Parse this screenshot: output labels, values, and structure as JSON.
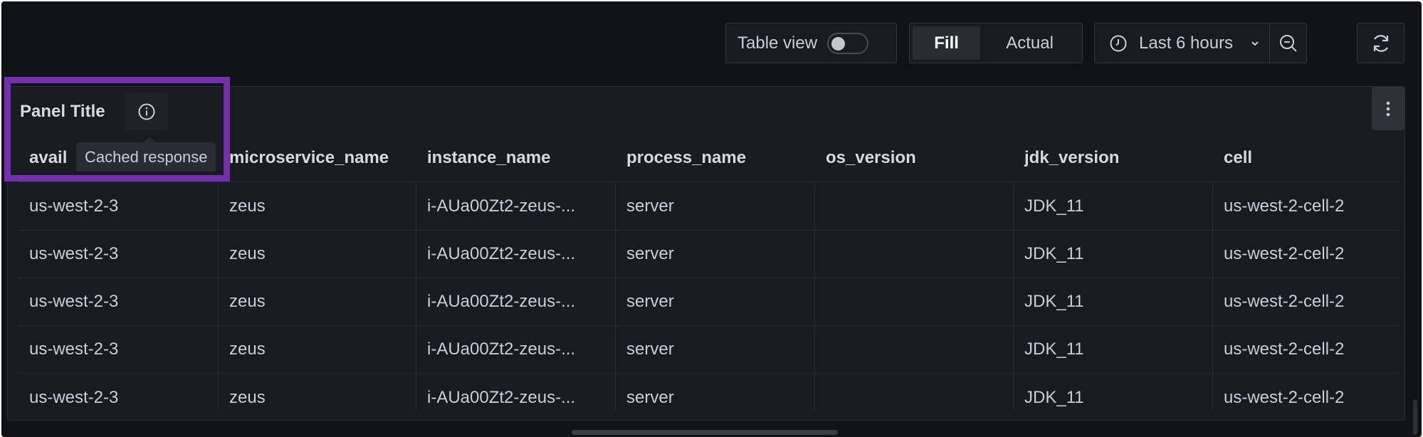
{
  "toolbar": {
    "table_view_label": "Table view",
    "table_view_on": false,
    "fill_label": "Fill",
    "actual_label": "Actual",
    "time_range": "Last 6 hours",
    "icons": [
      "clock-icon",
      "chevron-down-icon",
      "zoom-out-icon",
      "refresh-icon"
    ]
  },
  "panel": {
    "title": "Panel Title",
    "tooltip": "Cached response",
    "highlight_color": "#7331a6",
    "columns": [
      "availability_zone",
      "microservice_name",
      "instance_name",
      "process_name",
      "os_version",
      "jdk_version",
      "cell"
    ],
    "header_visible": [
      "avail",
      "microservice_name",
      "instance_name",
      "process_name",
      "os_version",
      "jdk_version",
      "cell"
    ],
    "rows": [
      [
        "us-west-2-3",
        "zeus",
        "i-AUa00Zt2-zeus-...",
        "server",
        "",
        "JDK_11",
        "us-west-2-cell-2"
      ],
      [
        "us-west-2-3",
        "zeus",
        "i-AUa00Zt2-zeus-...",
        "server",
        "",
        "JDK_11",
        "us-west-2-cell-2"
      ],
      [
        "us-west-2-3",
        "zeus",
        "i-AUa00Zt2-zeus-...",
        "server",
        "",
        "JDK_11",
        "us-west-2-cell-2"
      ],
      [
        "us-west-2-3",
        "zeus",
        "i-AUa00Zt2-zeus-...",
        "server",
        "",
        "JDK_11",
        "us-west-2-cell-2"
      ],
      [
        "us-west-2-3",
        "zeus",
        "i-AUa00Zt2-zeus-...",
        "server",
        "",
        "JDK_11",
        "us-west-2-cell-2"
      ]
    ]
  }
}
